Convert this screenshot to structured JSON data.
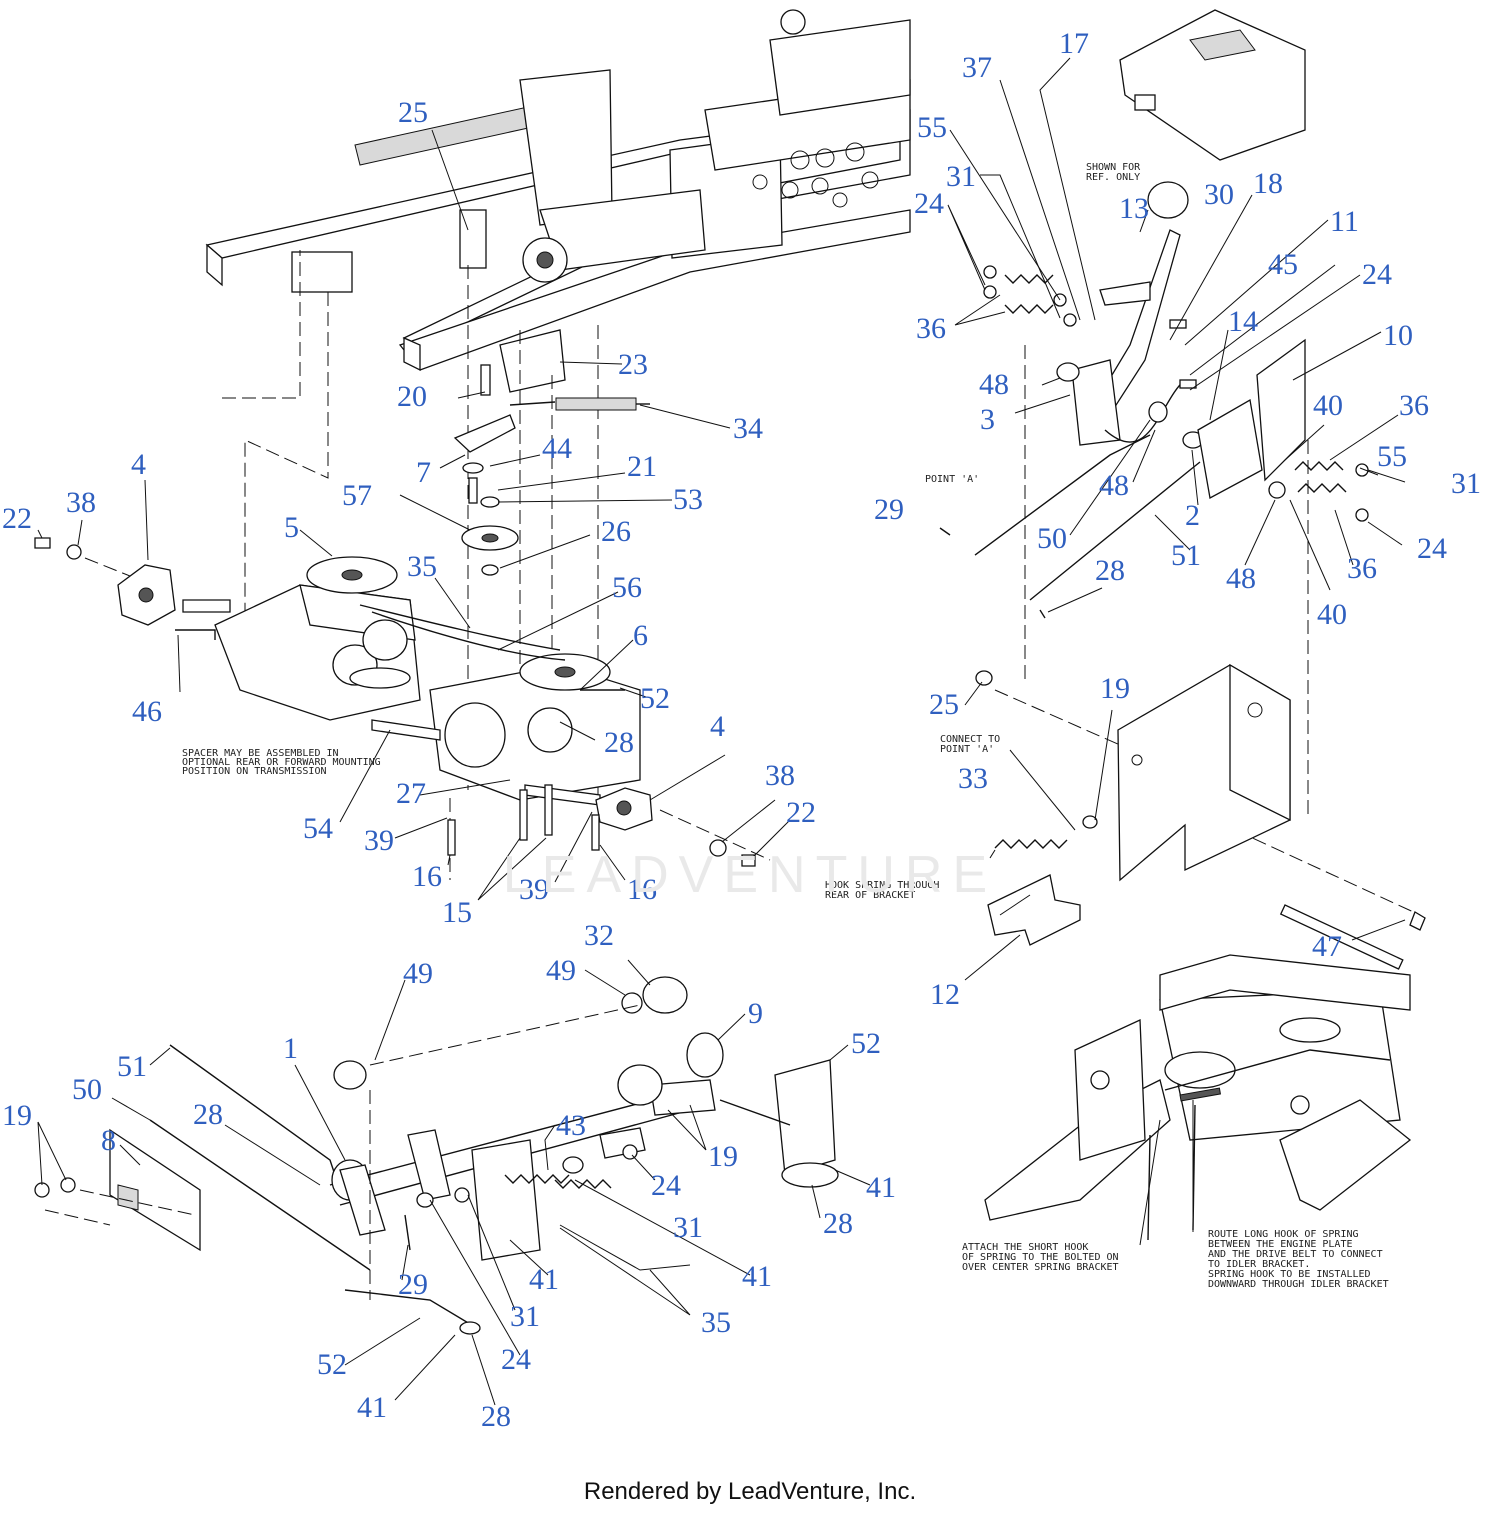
{
  "footer": "Rendered by LeadVenture, Inc.",
  "watermark": "LEADVENTURE",
  "notes": {
    "shown_for_ref": [
      "SHOWN FOR",
      "REF. ONLY"
    ],
    "point_a": "POINT 'A'",
    "spacer": [
      "SPACER MAY BE ASSEMBLED IN",
      "OPTIONAL REAR OR FORWARD MOUNTING",
      "POSITION ON TRANSMISSION"
    ],
    "connect_point_a": [
      "CONNECT TO",
      "POINT 'A'"
    ],
    "hook_spring": [
      "HOOK SPRING THROUGH",
      "REAR OF BRACKET"
    ],
    "attach_short_hook": [
      "ATTACH THE SHORT HOOK",
      "OF SPRING TO THE BOLTED ON",
      "OVER CENTER SPRING BRACKET"
    ],
    "route_long_hook": [
      "ROUTE LONG HOOK OF SPRING",
      "BETWEEN THE ENGINE PLATE",
      "AND THE DRIVE BELT TO CONNECT",
      "TO IDLER BRACKET.",
      "SPRING HOOK TO BE INSTALLED",
      "DOWNWARD THROUGH IDLER BRACKET"
    ]
  },
  "callouts": [
    "25",
    "20",
    "23",
    "34",
    "7",
    "44",
    "21",
    "53",
    "57",
    "26",
    "4",
    "38",
    "22",
    "5",
    "35",
    "56",
    "6",
    "52",
    "46",
    "28",
    "4",
    "38",
    "22",
    "54",
    "27",
    "39",
    "16",
    "15",
    "39",
    "16",
    "37",
    "17",
    "55",
    "31",
    "24",
    "13",
    "30",
    "18",
    "11",
    "45",
    "24",
    "36",
    "48",
    "3",
    "14",
    "10",
    "40",
    "36",
    "55",
    "31",
    "29",
    "48",
    "50",
    "51",
    "2",
    "28",
    "48",
    "36",
    "24",
    "40",
    "25",
    "19",
    "33",
    "12",
    "47",
    "49",
    "32",
    "49",
    "9",
    "1",
    "51",
    "50",
    "52",
    "28",
    "19",
    "8",
    "43",
    "19",
    "24",
    "41",
    "31",
    "28",
    "41",
    "29",
    "31",
    "35",
    "41",
    "52",
    "24",
    "41",
    "28"
  ]
}
